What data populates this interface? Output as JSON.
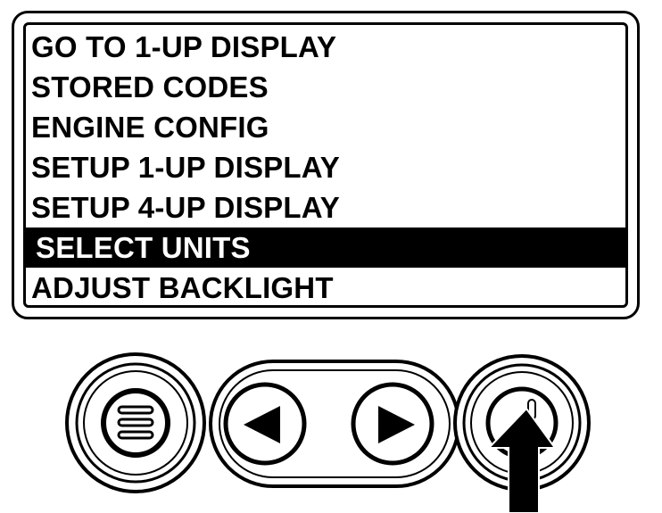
{
  "menu": {
    "items": [
      {
        "label": "GO TO 1-UP DISPLAY",
        "selected": false
      },
      {
        "label": "STORED CODES",
        "selected": false
      },
      {
        "label": "ENGINE CONFIG",
        "selected": false
      },
      {
        "label": "SETUP 1-UP DISPLAY",
        "selected": false
      },
      {
        "label": "SETUP 4-UP DISPLAY",
        "selected": false
      },
      {
        "label": "SELECT UNITS",
        "selected": true
      },
      {
        "label": "ADJUST BACKLIGHT",
        "selected": false
      }
    ]
  },
  "keypad": {
    "buttons": [
      {
        "name": "menu-button",
        "icon": "menu-lines-icon"
      },
      {
        "name": "left-arrow-button",
        "icon": "left-triangle-icon"
      },
      {
        "name": "right-arrow-button",
        "icon": "right-triangle-icon"
      },
      {
        "name": "enter-button",
        "icon": "power-icon"
      }
    ],
    "pointer": "up-arrow-pointer-icon"
  },
  "colors": {
    "ink": "#000000",
    "paper": "#ffffff",
    "highlight_bg": "#000000",
    "highlight_fg": "#ffffff"
  }
}
